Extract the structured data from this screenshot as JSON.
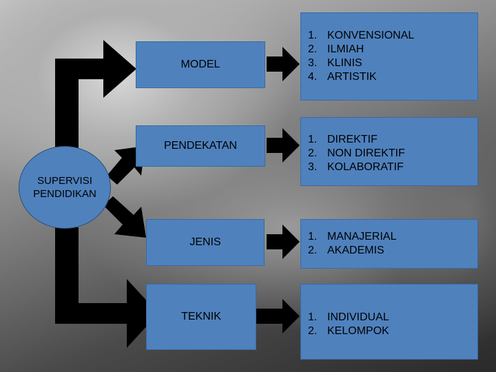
{
  "hub": {
    "line1": "SUPERVISI",
    "line2": "PENDIDIKAN"
  },
  "rows": [
    {
      "label": "MODEL",
      "items": [
        "KONVENSIONAL",
        "ILMIAH",
        "KLINIS",
        "ARTISTIK"
      ]
    },
    {
      "label": "PENDEKATAN",
      "items": [
        "DIREKTIF",
        "NON DIREKTIF",
        "KOLABORATIF"
      ]
    },
    {
      "label": "JENIS",
      "items": [
        "MANAJERIAL",
        "AKADEMIS"
      ]
    },
    {
      "label": "TEKNIK",
      "items": [
        "INDIVIDUAL",
        "KELOMPOK"
      ]
    }
  ],
  "numbers": [
    "1.",
    "2.",
    "3.",
    "4."
  ],
  "colors": {
    "box_fill": "#4f81bd",
    "arrow": "#000000"
  }
}
